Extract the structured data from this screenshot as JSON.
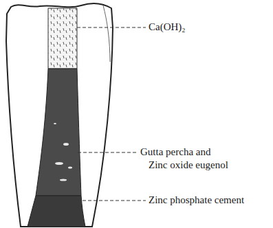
{
  "diagram": {
    "labels": [
      "Ca(OH)₂",
      "Gutta percha and Zinc oxide eugenol",
      "Zinc phosphate cement"
    ]
  }
}
